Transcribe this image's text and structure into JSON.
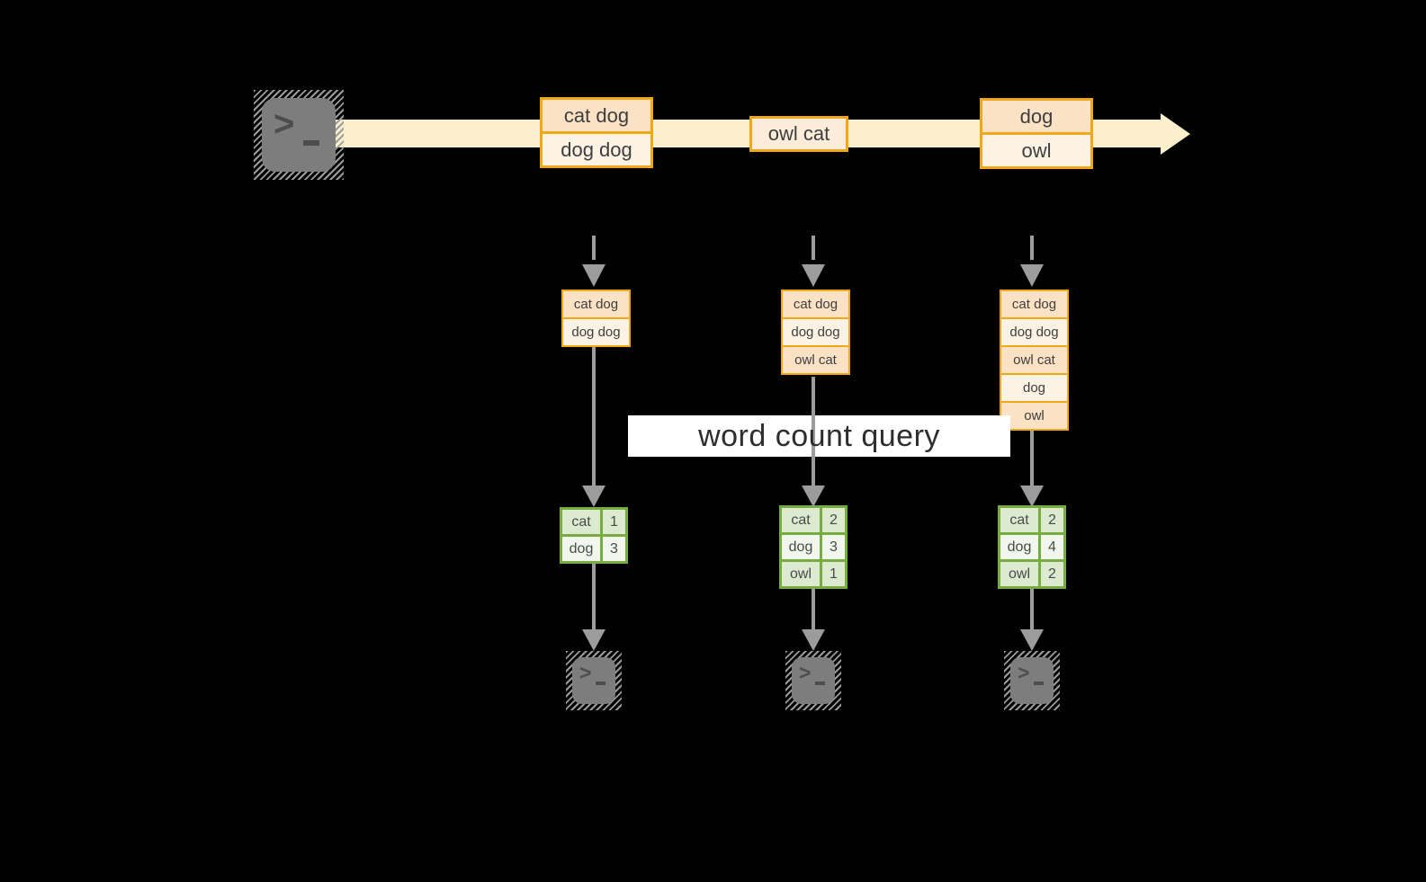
{
  "diagram": {
    "label": "word count query",
    "stream": {
      "boxes": [
        {
          "cells": [
            "cat dog",
            "dog dog"
          ]
        },
        {
          "cells": [
            "owl cat"
          ]
        },
        {
          "cells": [
            "dog",
            "owl"
          ]
        }
      ]
    },
    "columns": [
      {
        "buffer": [
          "cat dog",
          "dog dog"
        ],
        "counts": [
          [
            "cat",
            "1"
          ],
          [
            "dog",
            "3"
          ]
        ]
      },
      {
        "buffer": [
          "cat dog",
          "dog dog",
          "owl cat"
        ],
        "counts": [
          [
            "cat",
            "2"
          ],
          [
            "dog",
            "3"
          ],
          [
            "owl",
            "1"
          ]
        ]
      },
      {
        "buffer": [
          "cat dog",
          "dog dog",
          "owl cat",
          "dog",
          "owl"
        ],
        "counts": [
          [
            "cat",
            "2"
          ],
          [
            "dog",
            "4"
          ],
          [
            "owl",
            "2"
          ]
        ]
      }
    ],
    "icons": {
      "producer": "terminal-icon",
      "consumers": [
        "terminal-icon",
        "terminal-icon",
        "terminal-icon"
      ]
    },
    "colors": {
      "background": "#000000",
      "stream_band": "#FCF0CC",
      "record_border": "#F2A716",
      "record_fill_dark": "#FBE2C5",
      "record_fill_light": "#FDF3E4",
      "record_fill_mid": "#FCECD9",
      "table_border": "#76AC40",
      "table_fill_tint": "#DCEACF",
      "table_fill_light": "#F2F7EE",
      "arrow_gray": "#9C9C9C",
      "terminal_gray": "#7D7D7D",
      "label_bg": "#FFFFFF",
      "label_text": "#2E2E2E"
    }
  }
}
